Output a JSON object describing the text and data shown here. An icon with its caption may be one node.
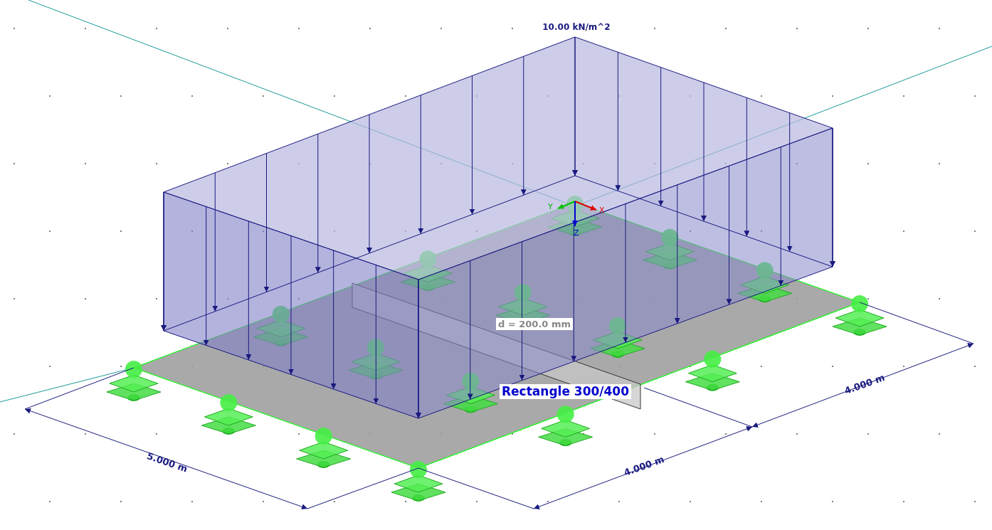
{
  "diagram": {
    "labels": [
      "10.00 kN/m^2",
      "Y",
      "X",
      "Z",
      "d = 200.0 mm",
      "Rectangle 300/400",
      "5.000 m",
      "4.000 m",
      "4.000 m"
    ]
  }
}
